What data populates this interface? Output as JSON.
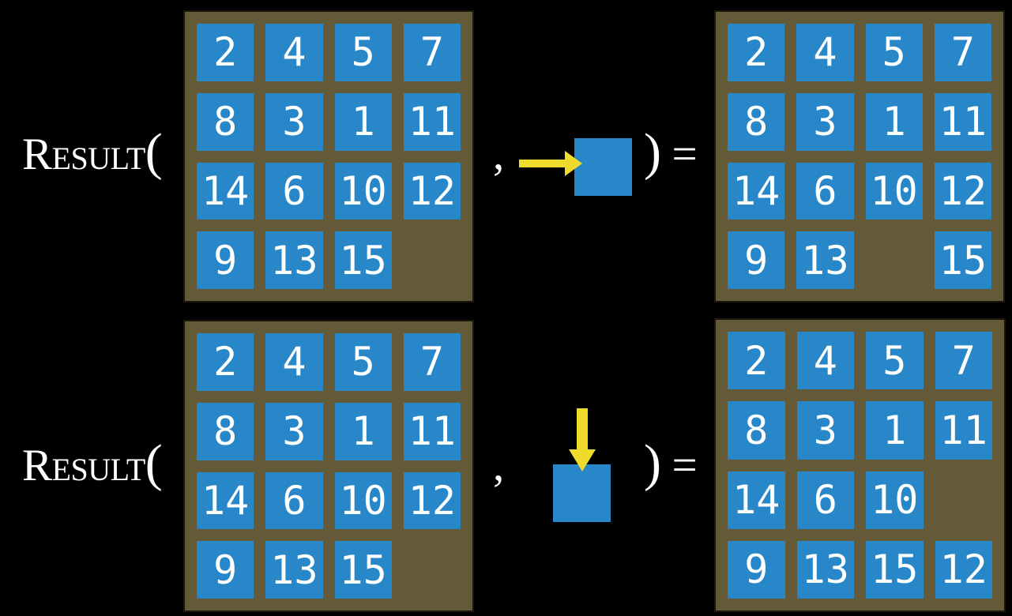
{
  "colors": {
    "bg": "#000000",
    "frame": "#655A38",
    "frame_edge": "#1A160C",
    "tile": "#2787C8",
    "tile_text": "#FFFFFF",
    "text": "#FFFFFF",
    "arrow": "#EFDB2B"
  },
  "labels": {
    "function_name": "Result",
    "open_paren": "(",
    "comma": ",",
    "close_paren": ")",
    "equals": "="
  },
  "rows": [
    {
      "action": "right",
      "arrow_icon": "arrow-right-icon",
      "input_grid": [
        [
          2,
          4,
          5,
          7
        ],
        [
          8,
          3,
          1,
          11
        ],
        [
          14,
          6,
          10,
          12
        ],
        [
          9,
          13,
          15,
          null
        ]
      ],
      "output_grid": [
        [
          2,
          4,
          5,
          7
        ],
        [
          8,
          3,
          1,
          11
        ],
        [
          14,
          6,
          10,
          12
        ],
        [
          9,
          13,
          null,
          15
        ]
      ]
    },
    {
      "action": "down",
      "arrow_icon": "arrow-down-icon",
      "input_grid": [
        [
          2,
          4,
          5,
          7
        ],
        [
          8,
          3,
          1,
          11
        ],
        [
          14,
          6,
          10,
          12
        ],
        [
          9,
          13,
          15,
          null
        ]
      ],
      "output_grid": [
        [
          2,
          4,
          5,
          7
        ],
        [
          8,
          3,
          1,
          11
        ],
        [
          14,
          6,
          10,
          null
        ],
        [
          9,
          13,
          15,
          12
        ]
      ]
    }
  ]
}
